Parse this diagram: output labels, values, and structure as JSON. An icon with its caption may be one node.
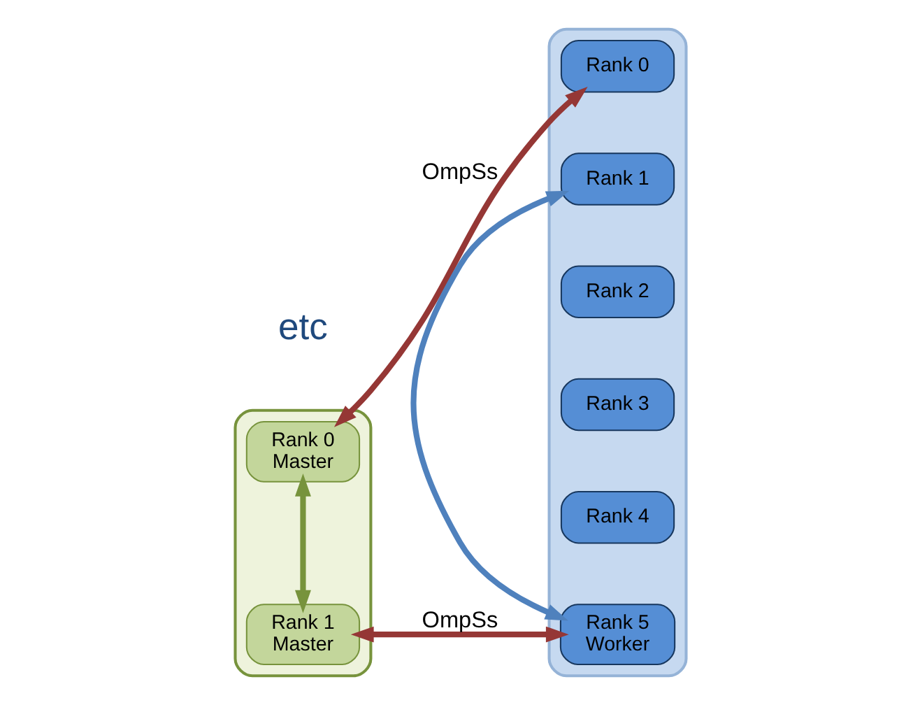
{
  "diagram": {
    "nodes": [
      {
        "text": [],
        "shape": "cloud"
      },
      {
        "text": [
          "Rank 0",
          "Master"
        ],
        "in": 0
      },
      {
        "text": [
          "Rank 1",
          "Master"
        ],
        "in": 0
      },
      {
        "text": [],
        "shape": "cloud"
      },
      {
        "text": [
          "Rank 0"
        ],
        "in": 3
      },
      {
        "text": [
          "Rank 1"
        ],
        "in": 3
      },
      {
        "text": [
          "Rank 2"
        ],
        "in": 3
      },
      {
        "text": [
          "Rank 3"
        ],
        "in": 3
      },
      {
        "text": [
          "Rank 4"
        ],
        "in": 3
      },
      {
        "text": [
          "Rank 5",
          "Worker"
        ],
        "in": 3
      }
    ],
    "edges": [
      {
        "from": 1,
        "to": 2,
        "arrow": "both",
        "color": "#77933c"
      },
      {
        "from": 1,
        "to": 4,
        "arrow": "both",
        "label": "OmpSs",
        "color": "#953735"
      },
      {
        "from": 2,
        "to": 9,
        "arrow": "both",
        "label": "OmpSs",
        "color": "#953735"
      },
      {
        "from": 5,
        "to": 9,
        "arrow": "both",
        "color": "#4f81bd"
      }
    ],
    "labels": [
      "etc"
    ]
  }
}
